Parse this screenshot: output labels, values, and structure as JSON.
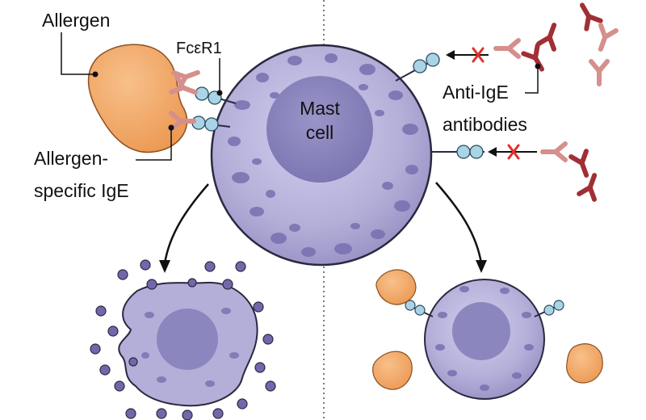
{
  "labels": {
    "allergen": "Allergen",
    "fcer1": "FcεR1",
    "mast_line1": "Mast",
    "mast_line2": "cell",
    "allergen_specific_line1": "Allergen-",
    "allergen_specific_line2": "specific IgE",
    "anti_ige_line1": "Anti-IgE",
    "anti_ige_line2": "antibodies"
  },
  "colors": {
    "cell_fill": "#b4afd8",
    "cell_stroke": "#2b2840",
    "nucleus": "#8b86bd",
    "allergen": "#f4a866",
    "allergen_stroke": "#8a5020",
    "ige_pink": "#d58f8c",
    "anti_ige_dark": "#a12f35",
    "receptor": "#a9d4e6",
    "block_x": "#e0312b",
    "granule": "#7670b0"
  },
  "icons": [
    "block-x-icon",
    "arrow-icon",
    "antibody-icon"
  ]
}
